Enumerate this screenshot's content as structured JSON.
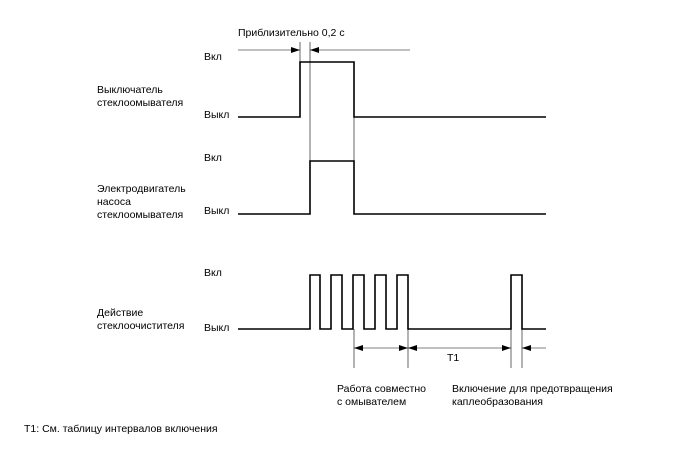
{
  "top_label": "Приблизительно  0,2 с",
  "signals": [
    {
      "name_lines": [
        "Выключатель",
        "стеклоомывателя"
      ],
      "on": "Вкл",
      "off": "Выкл"
    },
    {
      "name_lines": [
        "Электродвигатель",
        "насоса",
        "стеклоомывателя"
      ],
      "on": "Вкл",
      "off": "Выкл"
    },
    {
      "name_lines": [
        "Действие",
        "стеклоочистителя"
      ],
      "on": "Вкл",
      "off": "Выкл"
    }
  ],
  "interval_label": "T1",
  "captions": {
    "washer": [
      "Работа совместно",
      "с омывателем"
    ],
    "drip": [
      "Включение для предотвращения",
      "каплеобразования"
    ]
  },
  "footnote": "T1: См. таблицу интервалов включения"
}
